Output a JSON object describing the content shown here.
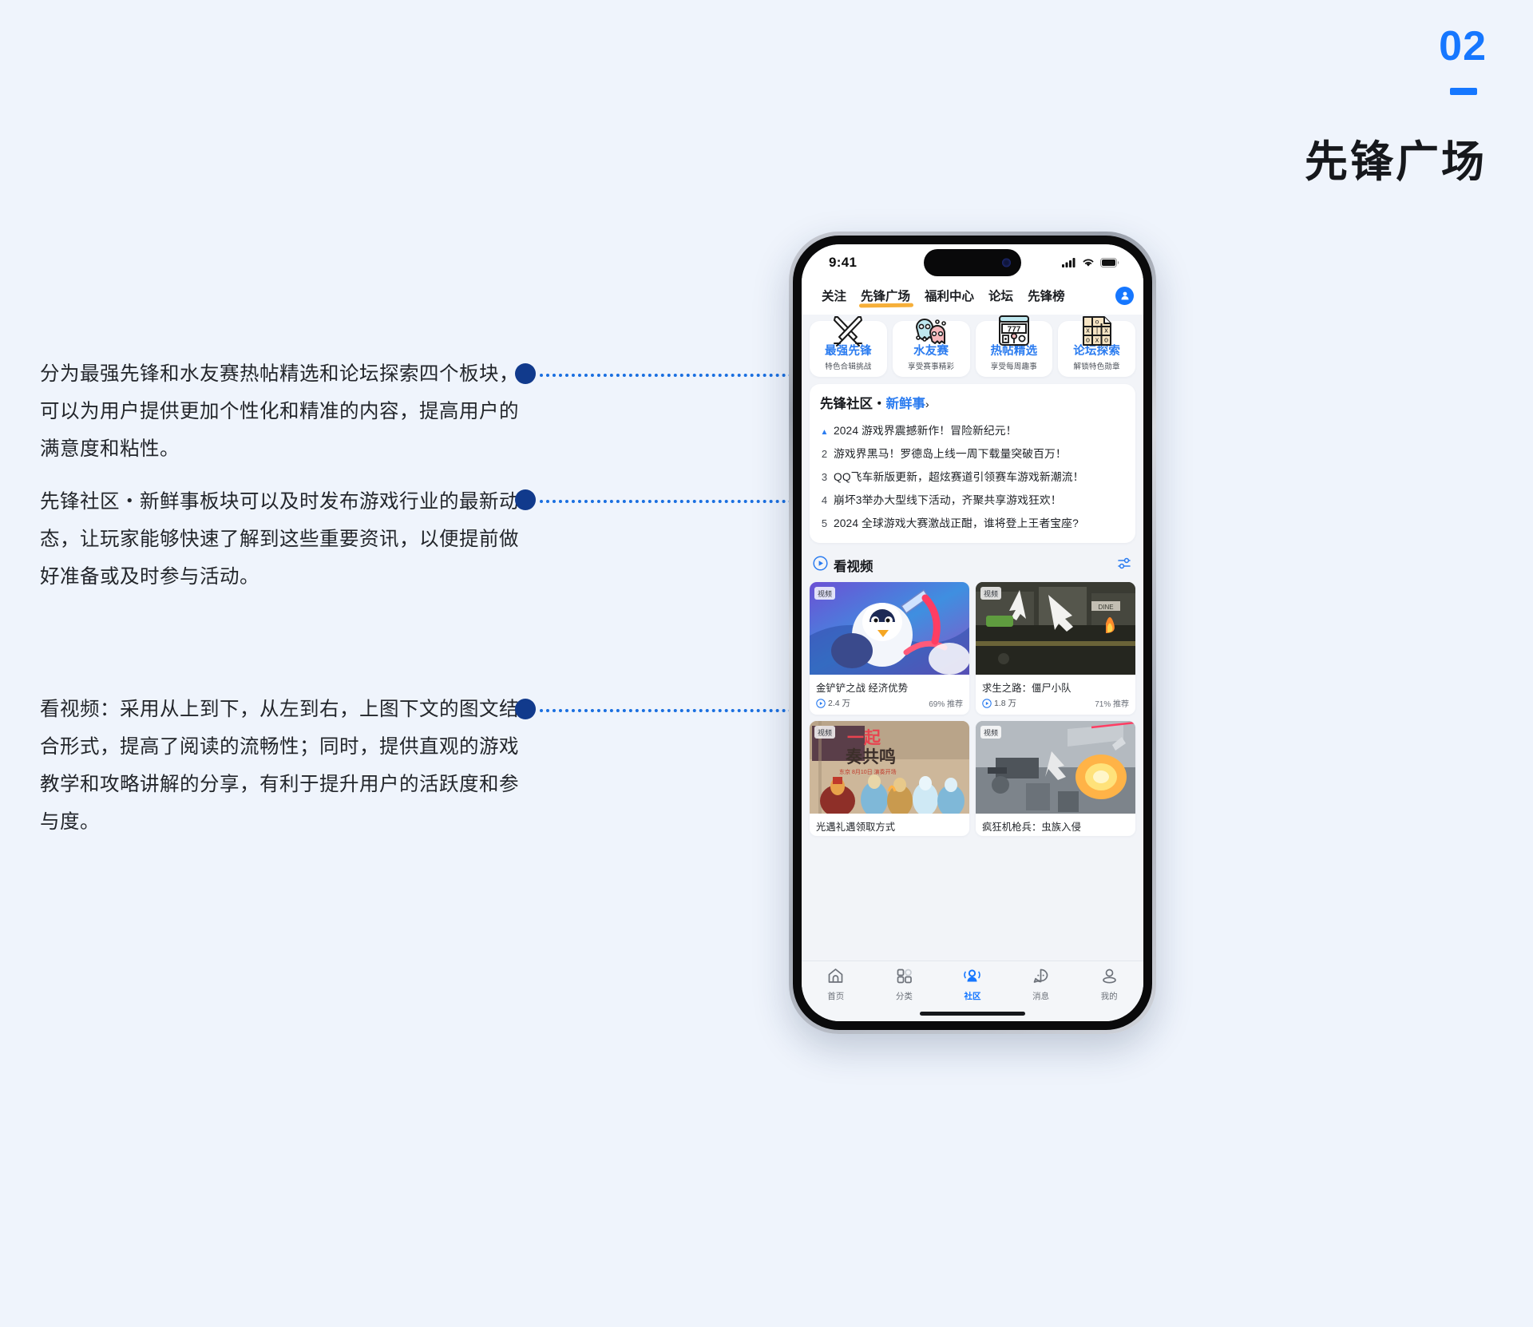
{
  "page": {
    "number": "02",
    "title": "先锋广场",
    "accent_color": "#1677ff",
    "background_color": "#eff4fc"
  },
  "annotations": [
    {
      "id": "a1",
      "text": "分为最强先锋和水友赛热帖精选和论坛探索四个板块，可以为用户提供更加个性化和精准的内容，提高用户的满意度和粘性。"
    },
    {
      "id": "a2",
      "text": "先锋社区・新鲜事板块可以及时发布游戏行业的最新动态，让玩家能够快速了解到这些重要资讯，以便提前做好准备或及时参与活动。"
    },
    {
      "id": "a3",
      "text": "看视频：采用从上到下，从左到右，上图下文的图文结合形式，提高了阅读的流畅性；同时，提供直观的游戏教学和攻略讲解的分享，有利于提升用户的活跃度和参与度。"
    }
  ],
  "phone": {
    "status_bar": {
      "time": "9:41",
      "signal_icon": "cellular-bars-icon",
      "wifi_icon": "wifi-icon",
      "battery_icon": "battery-icon"
    },
    "tabs": [
      {
        "label": "关注",
        "active": false
      },
      {
        "label": "先锋广场",
        "active": true
      },
      {
        "label": "福利中心",
        "active": false
      },
      {
        "label": "论坛",
        "active": false
      },
      {
        "label": "先锋榜",
        "active": false
      }
    ],
    "avatar_icon": "user-avatar-icon",
    "categories": [
      {
        "title": "最强先锋",
        "subtitle": "特色合辑挑战",
        "icon": "crossed-swords-icon"
      },
      {
        "title": "水友赛",
        "subtitle": "享受赛事精彩",
        "icon": "ghosts-icon"
      },
      {
        "title": "热帖精选",
        "subtitle": "享受每周趣事",
        "icon": "slot-machine-icon"
      },
      {
        "title": "论坛探索",
        "subtitle": "解锁特色勋章",
        "icon": "tic-tac-toe-icon"
      }
    ],
    "news": {
      "heading_prefix": "先锋社区・",
      "heading_highlight": "新鲜事",
      "heading_chevron": "›",
      "items": [
        {
          "rank": "▲",
          "trending": true,
          "text": "2024 游戏界震撼新作！冒险新纪元！"
        },
        {
          "rank": "2",
          "trending": false,
          "text": "游戏界黑马！罗德岛上线一周下载量突破百万！"
        },
        {
          "rank": "3",
          "trending": false,
          "text": "QQ飞车新版更新，超炫赛道引领赛车游戏新潮流！"
        },
        {
          "rank": "4",
          "trending": false,
          "text": "崩坏3举办大型线下活动，齐聚共享游戏狂欢！"
        },
        {
          "rank": "5",
          "trending": false,
          "text": "2024 全球游戏大赛激战正酣，谁将登上王者宝座?"
        }
      ]
    },
    "video_section": {
      "title": "看视频",
      "play_icon": "play-circle-icon",
      "filter_icon": "sliders-icon",
      "badge_label": "视频",
      "videos": [
        {
          "title": "金铲铲之战 经济优势",
          "plays": "2.4 万",
          "recommend": "69% 推荐",
          "thumb": "tft-penguin-hero"
        },
        {
          "title": "求生之路：僵尸小队",
          "plays": "1.8 万",
          "recommend": "71% 推荐",
          "thumb": "dark-street-diner"
        },
        {
          "title": "光遇礼遇领取方式",
          "plays": "",
          "recommend": "",
          "thumb": "sky-concert-scene"
        },
        {
          "title": "疯狂机枪兵：虫族入侵",
          "plays": "",
          "recommend": "",
          "thumb": "starcraft-battle"
        }
      ]
    },
    "bottom_nav": [
      {
        "label": "首页",
        "icon": "home-icon",
        "active": false
      },
      {
        "label": "分类",
        "icon": "grid-icon",
        "active": false
      },
      {
        "label": "社区",
        "icon": "community-icon",
        "active": true
      },
      {
        "label": "消息",
        "icon": "chat-bubble-icon",
        "active": false
      },
      {
        "label": "我的",
        "icon": "profile-icon",
        "active": false
      }
    ]
  }
}
